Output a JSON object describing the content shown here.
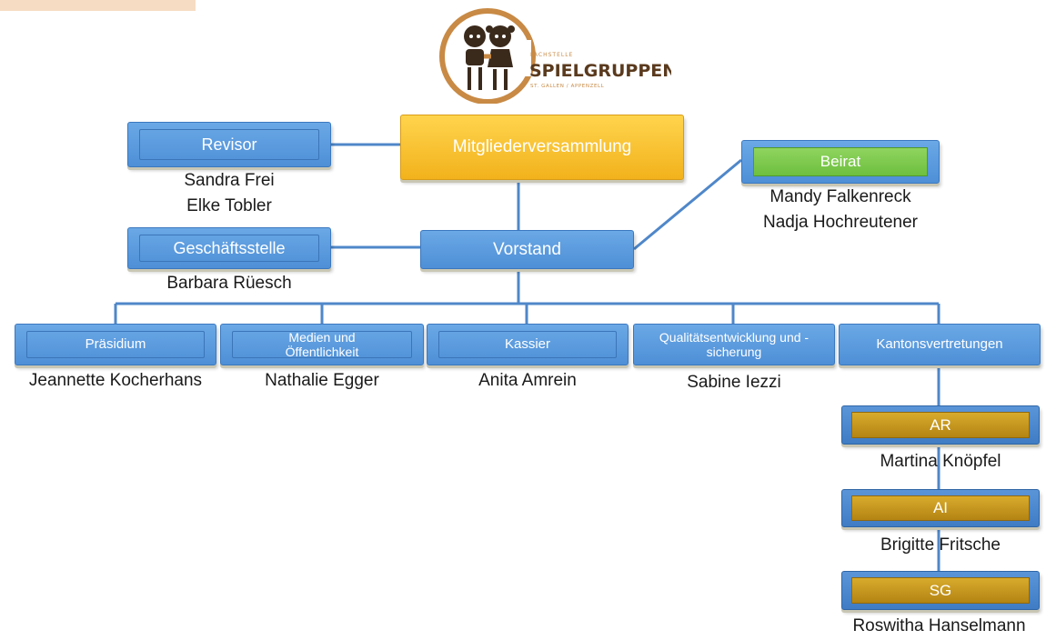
{
  "colors": {
    "blue_box": "#5a9be0",
    "gold_box": "#f7c12b",
    "green_box": "#7cc94b",
    "brown_box": "#c6961e",
    "connector": "#4f87c9",
    "logo_ring": "#c88a45",
    "logo_text": "#5a3a1e"
  },
  "logo": {
    "small_top": "FACHSTELLE",
    "main": "SPIELGRUPPEN",
    "small_bottom": "ST. GALLEN / APPENZELL"
  },
  "boxes": {
    "mitglieder": "Mitgliederversammlung",
    "revisor": "Revisor",
    "beirat": "Beirat",
    "geschaeftsstelle": "Geschäftsstelle",
    "vorstand": "Vorstand",
    "praesidium": "Präsidium",
    "medien": "Medien und Öffentlichkeit",
    "kassier": "Kassier",
    "qualitaet": "Qualitätsentwicklung und -sicherung",
    "kantone": "Kantonsvertretungen",
    "ar": "AR",
    "ai": "AI",
    "sg": "SG"
  },
  "people": {
    "revisor_1": "Sandra Frei",
    "revisor_2": "Elke Tobler",
    "beirat_1": "Mandy Falkenreck",
    "beirat_2": "Nadja Hochreutener",
    "geschaeftsstelle": "Barbara Rüesch",
    "praesidium": "Jeannette Kocherhans",
    "medien": "Nathalie Egger",
    "kassier": "Anita Amrein",
    "qualitaet": "Sabine Iezzi",
    "ar": "Martina Knöpfel",
    "ai": "Brigitte Fritsche",
    "sg": "Roswitha Hanselmann"
  }
}
